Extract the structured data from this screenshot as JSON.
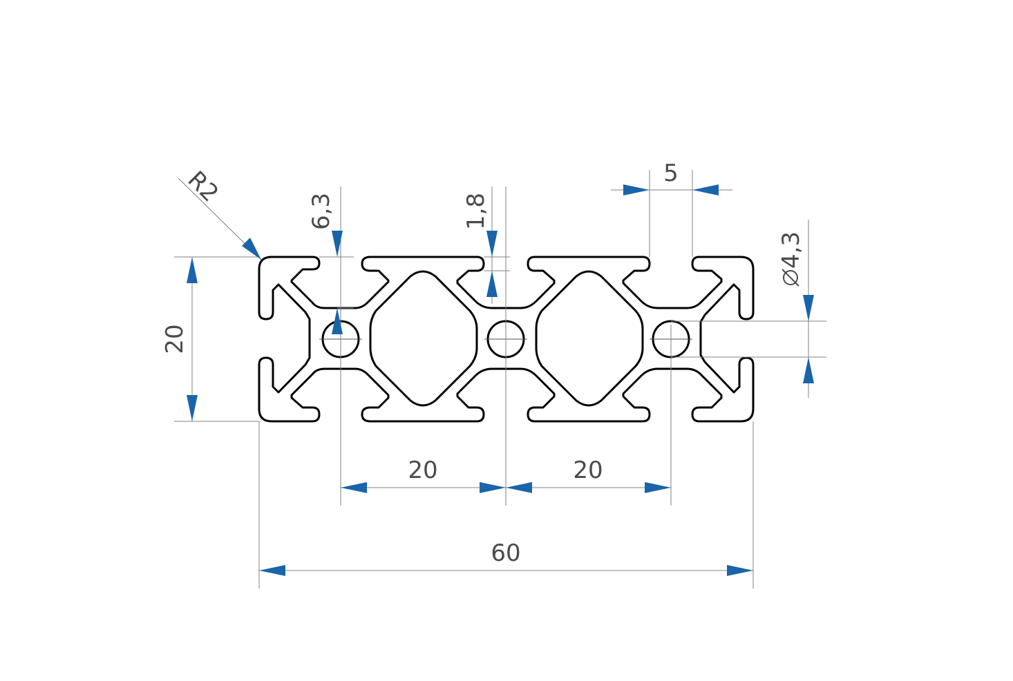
{
  "colors": {
    "arrow": "#1a64aa",
    "outline": "#000000",
    "dim_line": "#808080",
    "text": "#4a4a4a"
  },
  "dimensions": {
    "radius": "R2",
    "slot_depth": "6,3",
    "wall": "1,8",
    "slot_width": "5",
    "bore": "4,3",
    "height": "20",
    "pitch_left": "20",
    "pitch_right": "20",
    "overall_width": "60"
  },
  "symbols": {
    "diameter_icon": "diameter-symbol"
  }
}
